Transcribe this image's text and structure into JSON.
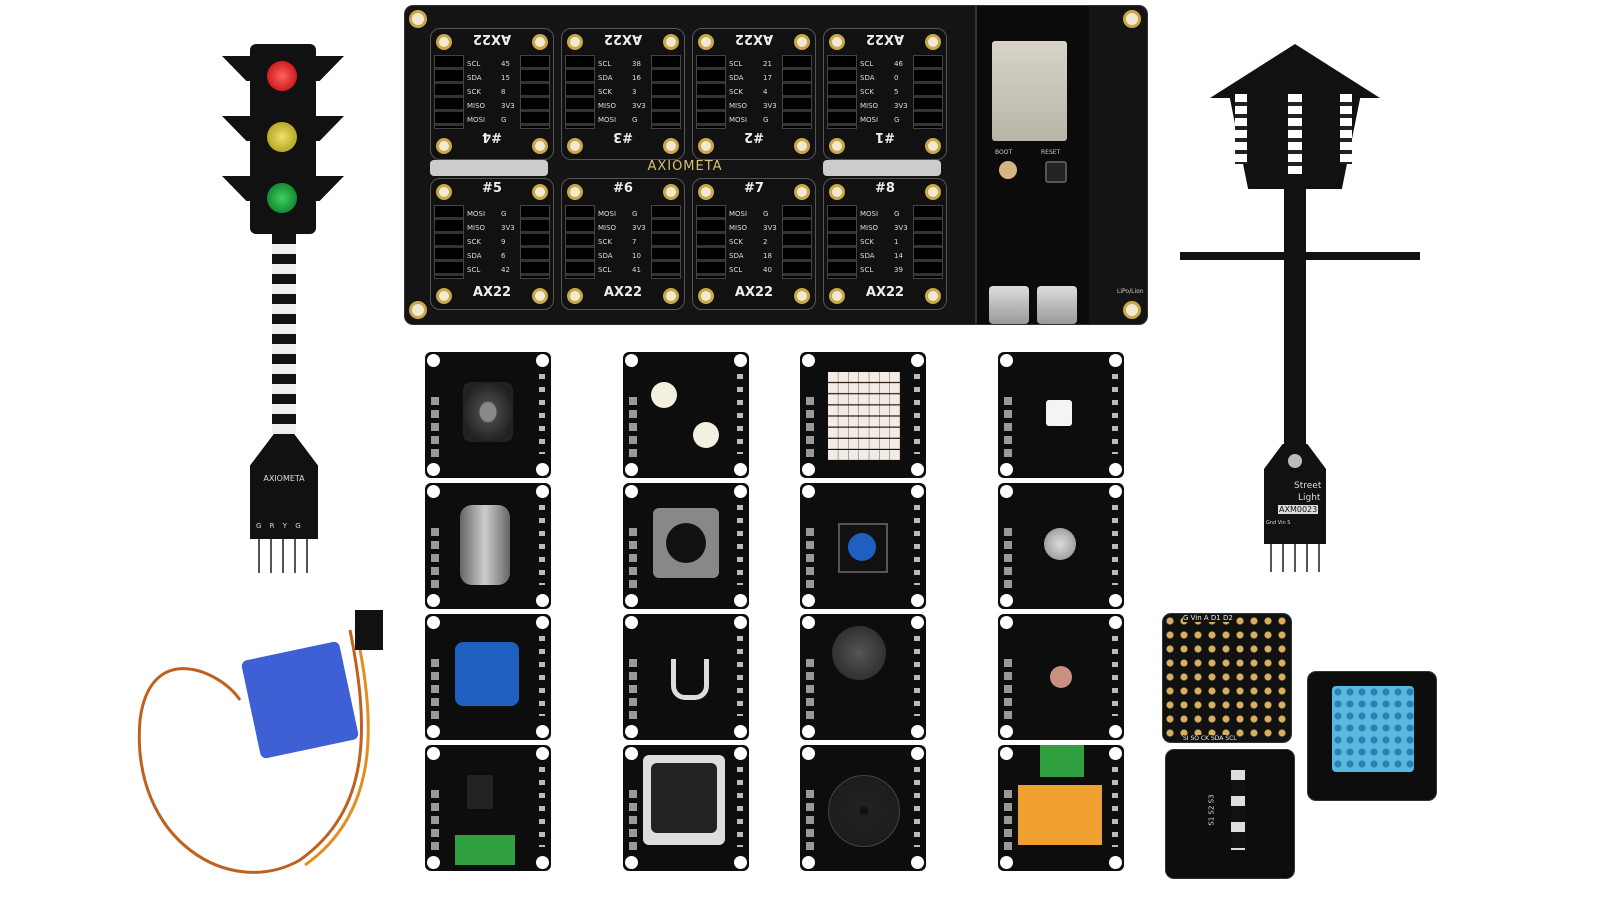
{
  "brand": "AXIOMETA",
  "expansion_board": {
    "slot_label": "AX22",
    "top_slots": [
      {
        "number": "#4",
        "pins": [
          [
            "SCL",
            "45"
          ],
          [
            "SDA",
            "15"
          ],
          [
            "SCK",
            "8"
          ],
          [
            "MISO",
            "3V3"
          ],
          [
            "MOSI",
            "G"
          ]
        ]
      },
      {
        "number": "#3",
        "pins": [
          [
            "SCL",
            "38"
          ],
          [
            "SDA",
            "16"
          ],
          [
            "SCK",
            "3"
          ],
          [
            "MISO",
            "3V3"
          ],
          [
            "MOSI",
            "G"
          ]
        ]
      },
      {
        "number": "#2",
        "pins": [
          [
            "SCL",
            "21"
          ],
          [
            "SDA",
            "17"
          ],
          [
            "SCK",
            "4"
          ],
          [
            "MISO",
            "3V3"
          ],
          [
            "MOSI",
            "G"
          ]
        ]
      },
      {
        "number": "#1",
        "pins": [
          [
            "SCL",
            "46"
          ],
          [
            "SDA",
            "0"
          ],
          [
            "SCK",
            "5"
          ],
          [
            "MISO",
            "3V3"
          ],
          [
            "MOSI",
            "G"
          ]
        ]
      }
    ],
    "bottom_slots": [
      {
        "number": "#5",
        "pins": [
          [
            "MOSI",
            "G"
          ],
          [
            "MISO",
            "3V3"
          ],
          [
            "SCK",
            "9"
          ],
          [
            "SDA",
            "6"
          ],
          [
            "SCL",
            "42"
          ]
        ]
      },
      {
        "number": "#6",
        "pins": [
          [
            "MOSI",
            "G"
          ],
          [
            "MISO",
            "3V3"
          ],
          [
            "SCK",
            "7"
          ],
          [
            "SDA",
            "10"
          ],
          [
            "SCL",
            "41"
          ]
        ]
      },
      {
        "number": "#7",
        "pins": [
          [
            "MOSI",
            "G"
          ],
          [
            "MISO",
            "3V3"
          ],
          [
            "SCK",
            "2"
          ],
          [
            "SDA",
            "18"
          ],
          [
            "SCL",
            "40"
          ]
        ]
      },
      {
        "number": "#8",
        "pins": [
          [
            "MOSI",
            "G"
          ],
          [
            "MISO",
            "3V3"
          ],
          [
            "SCK",
            "1"
          ],
          [
            "SDA",
            "14"
          ],
          [
            "SCL",
            "39"
          ]
        ]
      }
    ],
    "boot_label": "BOOT",
    "reset_label": "RESET",
    "battery_label": "LiPo/Lion"
  },
  "traffic_light": {
    "pin_labels": "G R Y G"
  },
  "street_light": {
    "title_1": "Street",
    "title_2": "Light",
    "part": "AXM0023",
    "pins": "Gnd Vin S"
  },
  "modules": [
    {
      "name": "joystick-buttons-module",
      "kind": "dpad"
    },
    {
      "name": "two-button-module",
      "kind": "buttons"
    },
    {
      "name": "led-matrix-module",
      "kind": "matrix"
    },
    {
      "name": "rgb-led-module",
      "kind": "rgb"
    },
    {
      "name": "toggle-switch-module",
      "kind": "toggle"
    },
    {
      "name": "rotary-encoder-module",
      "kind": "encoder"
    },
    {
      "name": "push-button-module",
      "kind": "blue"
    },
    {
      "name": "microphone-module",
      "kind": "mic"
    },
    {
      "name": "potentiometer-module",
      "kind": "pot"
    },
    {
      "name": "touch-sensor-module",
      "kind": "touch"
    },
    {
      "name": "vibration-motor-module",
      "kind": "vibe"
    },
    {
      "name": "light-sensor-module",
      "kind": "ldr"
    },
    {
      "name": "motor-driver-module",
      "kind": "driver"
    },
    {
      "name": "key-switch-module",
      "kind": "key"
    },
    {
      "name": "buzzer-module",
      "kind": "buzzer"
    },
    {
      "name": "relay-module",
      "kind": "relay"
    }
  ],
  "proto_board": {
    "top_labels": "G  Vin  A  D1  D2",
    "bottom_labels": "SI  SO  CK  SDA SCL"
  },
  "switch_board": {
    "labels": "S1  S2  S3"
  },
  "colors": {
    "pcb": "#141414",
    "gold": "#c9a84a",
    "red": "#d42020",
    "yellow": "#d4c020",
    "green": "#18a030",
    "blue": "#1e5fbf",
    "servo": "#2a4fd0"
  }
}
